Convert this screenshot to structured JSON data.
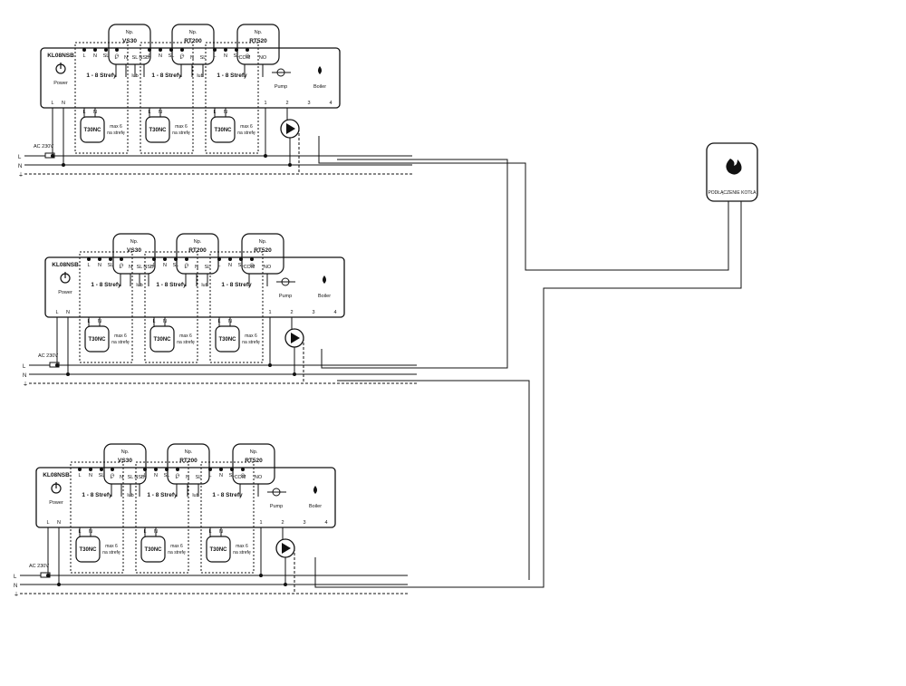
{
  "modules": [
    {
      "controller_label": "KL08NSB",
      "power_label": "Power",
      "zone_label": "1 - 8 Strefy",
      "or_label": "lub",
      "pump_label": "Pump",
      "boiler_label": "Boiler",
      "ac_label": "AC 230V",
      "line_labels": [
        "L",
        "N",
        "⏚"
      ],
      "thermostats": [
        {
          "np": "Np.",
          "name": "VS30",
          "terminals": [
            "L",
            "N",
            "SL",
            "NSB"
          ]
        },
        {
          "np": "Np.",
          "name": "RT200",
          "terminals": [
            "L",
            "N",
            "SL"
          ]
        },
        {
          "np": "Np.",
          "name": "RT520",
          "terminals": [
            "COM",
            "NO"
          ]
        }
      ],
      "controller_terminals": [
        "L",
        "N",
        "SL",
        "◷"
      ],
      "power_terminals": [
        "L",
        "N"
      ],
      "actuator_terminals": [
        "L",
        "N"
      ],
      "actuator_name": "T30NC",
      "max_note_1": "max 6",
      "max_note_2": "na strefę",
      "relay_terminals": [
        "1",
        "2",
        "3",
        "4"
      ]
    },
    {
      "controller_label": "KL08NSB",
      "power_label": "Power",
      "zone_label": "1 - 8 Strefy",
      "or_label": "lub",
      "pump_label": "Pump",
      "boiler_label": "Boiler",
      "ac_label": "AC 230V",
      "line_labels": [
        "L",
        "N",
        "⏚"
      ],
      "thermostats": [
        {
          "np": "Np.",
          "name": "VS30",
          "terminals": [
            "L",
            "N",
            "SL",
            "NSB"
          ]
        },
        {
          "np": "Np.",
          "name": "RT200",
          "terminals": [
            "L",
            "N",
            "SL"
          ]
        },
        {
          "np": "Np.",
          "name": "RT520",
          "terminals": [
            "COM",
            "NO"
          ]
        }
      ],
      "controller_terminals": [
        "L",
        "N",
        "SL",
        "◷"
      ],
      "power_terminals": [
        "L",
        "N"
      ],
      "actuator_terminals": [
        "L",
        "N"
      ],
      "actuator_name": "T30NC",
      "max_note_1": "max 6",
      "max_note_2": "na strefę",
      "relay_terminals": [
        "1",
        "2",
        "3",
        "4"
      ]
    },
    {
      "controller_label": "KL08NSB",
      "power_label": "Power",
      "zone_label": "1 - 8 Strefy",
      "or_label": "lub",
      "pump_label": "Pump",
      "boiler_label": "Boiler",
      "ac_label": "AC 230V",
      "line_labels": [
        "L",
        "N",
        "⏚"
      ],
      "thermostats": [
        {
          "np": "Np.",
          "name": "VS30",
          "terminals": [
            "L",
            "N",
            "SL",
            "NSB"
          ]
        },
        {
          "np": "Np.",
          "name": "RT200",
          "terminals": [
            "L",
            "N",
            "SL"
          ]
        },
        {
          "np": "Np.",
          "name": "RT520",
          "terminals": [
            "COM",
            "NO"
          ]
        }
      ],
      "controller_terminals": [
        "L",
        "N",
        "SL",
        "◷"
      ],
      "power_terminals": [
        "L",
        "N"
      ],
      "actuator_terminals": [
        "L",
        "N"
      ],
      "actuator_name": "T30NC",
      "max_note_1": "max 6",
      "max_note_2": "na strefę",
      "relay_terminals": [
        "1",
        "2",
        "3",
        "4"
      ]
    }
  ],
  "boiler_connection": {
    "label": "PODŁĄCZENIE KOTŁA",
    "icon": "flame-icon"
  }
}
